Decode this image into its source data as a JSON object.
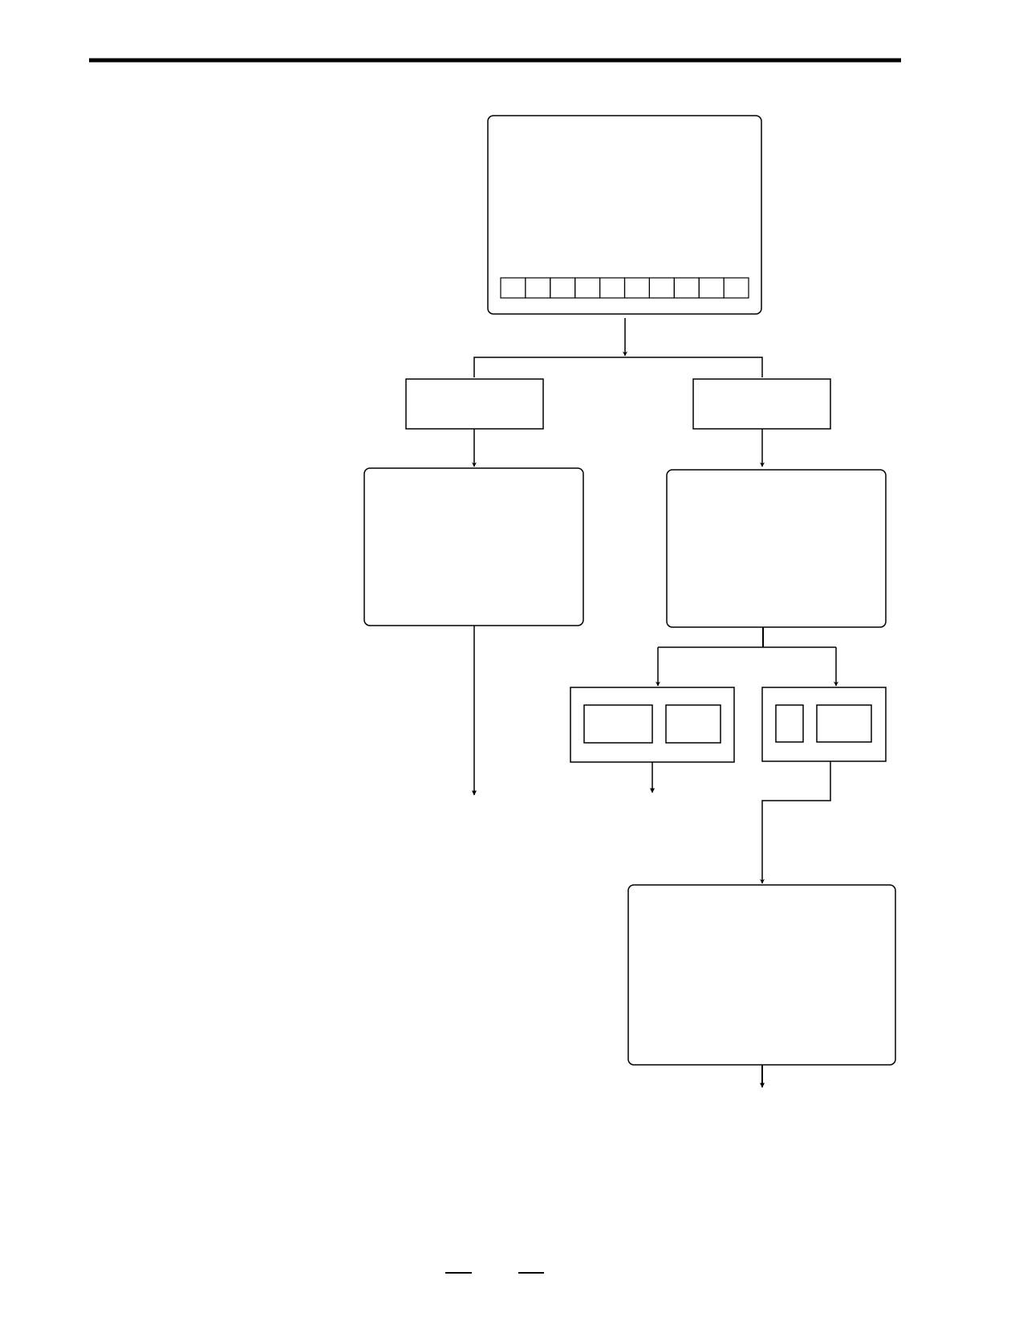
{
  "page": {
    "background": "#ffffff",
    "ink": "#000000"
  },
  "diagram": {
    "nodes": [
      {
        "id": "screen-top",
        "kind": "screen",
        "text": ""
      },
      {
        "id": "branch-left-label",
        "kind": "label-box",
        "text": ""
      },
      {
        "id": "branch-right-label",
        "kind": "label-box",
        "text": ""
      },
      {
        "id": "screen-left",
        "kind": "screen",
        "text": ""
      },
      {
        "id": "screen-right",
        "kind": "screen",
        "text": ""
      },
      {
        "id": "key-group-left",
        "kind": "key-group",
        "text": ""
      },
      {
        "id": "key-group-right",
        "kind": "key-group",
        "text": ""
      },
      {
        "id": "screen-bottom",
        "kind": "screen",
        "text": ""
      }
    ],
    "soft_key_count": 10
  }
}
